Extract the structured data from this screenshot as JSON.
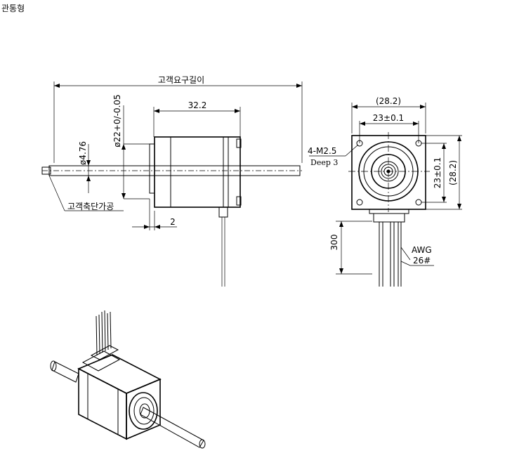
{
  "caption": "관통형",
  "drawing": {
    "dim_overall_length": "고객요구길이",
    "dim_shaft_end": "고객축단가공",
    "dim_shaft_dia": "ø4.76",
    "dim_boss_dia": "ø22+0/-0.05",
    "dim_body_length": "32.2",
    "dim_boss_height": "2",
    "dim_flange_outer": "(28.2)",
    "dim_hole_pitch_h": "23±0.1",
    "dim_hole_pitch_v": "23±0.1",
    "dim_flange_outer_v": "(28.2)",
    "hole_spec": "4-M2.5",
    "hole_depth": "Deep 3",
    "lead_length": "300",
    "wire_gauge_1": "AWG",
    "wire_gauge_2": "26#"
  }
}
